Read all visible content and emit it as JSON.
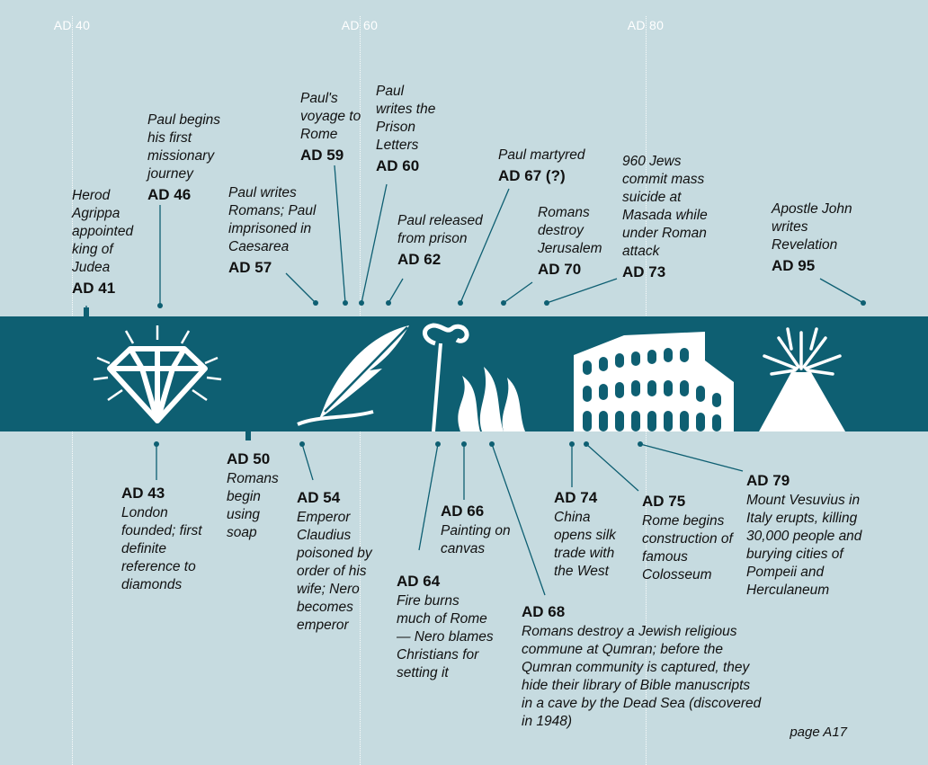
{
  "decades": [
    "AD 40",
    "AD 60",
    "AD 80"
  ],
  "events_above": [
    {
      "year": "AD 41",
      "text": "Herod Agrippa appointed king of Judea"
    },
    {
      "year": "AD 46",
      "text": "Paul begins his first missionary journey"
    },
    {
      "year": "AD 57",
      "text": "Paul writes Romans; Paul imprisoned in Caesarea"
    },
    {
      "year": "AD 59",
      "text": "Paul's voyage to Rome"
    },
    {
      "year": "AD 60",
      "text": "Paul writes the Prison Letters"
    },
    {
      "year": "AD 62",
      "text": "Paul released from prison"
    },
    {
      "year": "AD 67 (?)",
      "text": "Paul martyred"
    },
    {
      "year": "AD 70",
      "text": "Romans destroy Jerusalem"
    },
    {
      "year": "AD 73",
      "text": "960 Jews commit mass suicide at Masada while under Roman attack"
    },
    {
      "year": "AD 95",
      "text": "Apostle John writes Revelation"
    }
  ],
  "events_below": [
    {
      "year": "AD 43",
      "text": "London founded; first definite reference to diamonds"
    },
    {
      "year": "AD 50",
      "text": "Romans begin using soap"
    },
    {
      "year": "AD 54",
      "text": "Emperor Claudius poisoned by order of his wife; Nero becomes emperor"
    },
    {
      "year": "AD 64",
      "text": "Fire burns much of Rome— Nero blames Christians for setting it"
    },
    {
      "year": "AD 66",
      "text": "Painting on canvas"
    },
    {
      "year": "AD 68",
      "text": "Romans destroy a Jewish religious commune at Qumran; before the Qumran community is captured, they hide their library of Bible manuscripts in a cave by the Dead Sea (discovered in 1948)"
    },
    {
      "year": "AD 74",
      "text": "China opens silk trade with the West"
    },
    {
      "year": "AD 75",
      "text": "Rome begins construction of famous Colosseum"
    },
    {
      "year": "AD 79",
      "text": "Mount Vesuvius in Italy erupts, killing 30,000 people and burying cities of Pompeii and Herculaneum"
    }
  ],
  "icons": [
    "diamond-icon",
    "quill-icon",
    "fire-icon",
    "colosseum-icon",
    "volcano-icon"
  ],
  "page_label": "page A17",
  "colors": {
    "background": "#c6dbe0",
    "band": "#0e5f72",
    "icon": "#ffffff"
  }
}
